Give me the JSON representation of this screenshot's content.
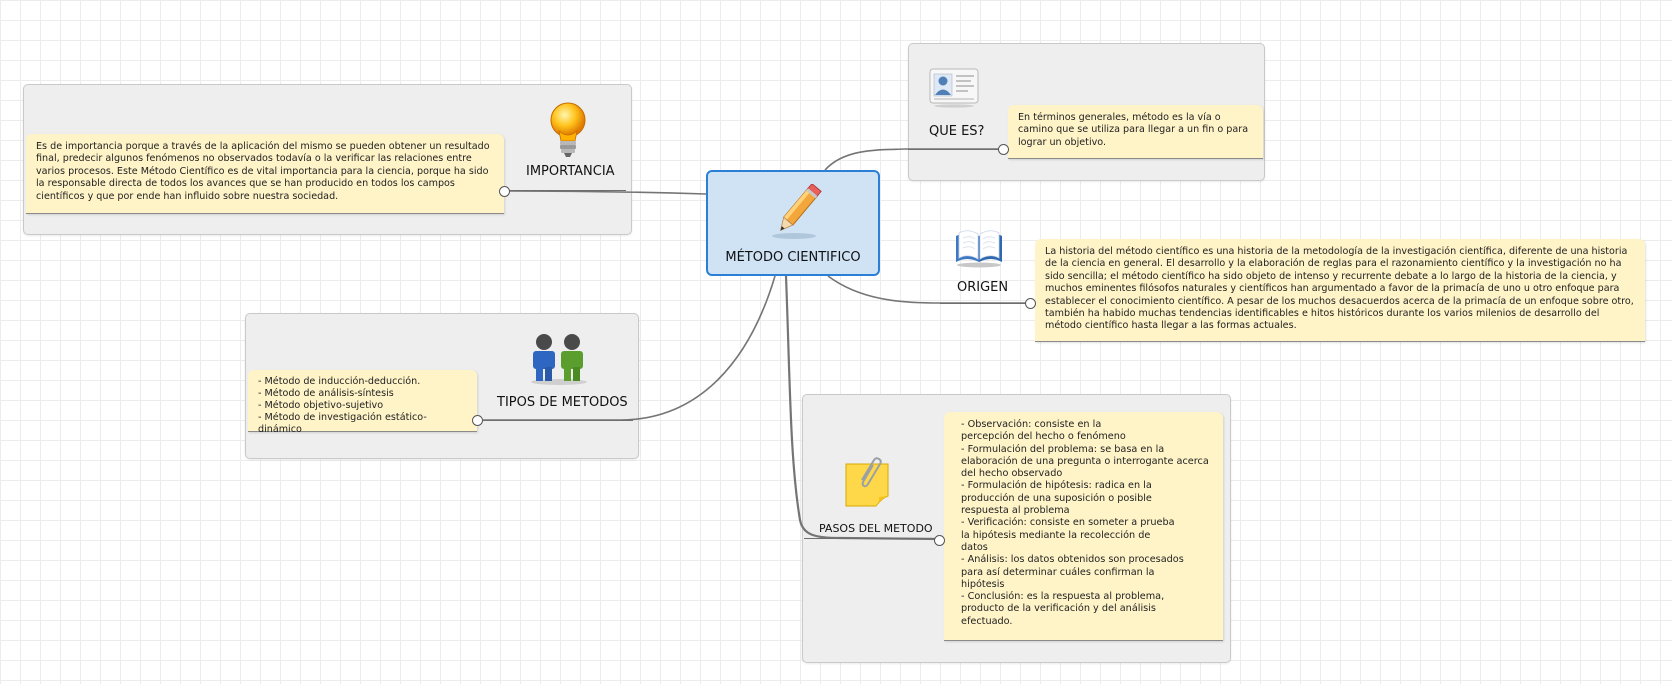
{
  "central_topic": {
    "title": "MÉTODO CIENTIFICO",
    "icon": "pencil-icon",
    "fill": "#cfe3f4",
    "border": "#2b7fd6"
  },
  "topics": {
    "importancia": {
      "label": "IMPORTANCIA",
      "icon": "lightbulb-icon",
      "note": "Es de importancia porque a través de la aplicación del mismo se pueden obtener un resultado final, predecir algunos fenómenos no observados todavía o la verificar las relaciones entre varios procesos. Este Método Científico es de vital importancia para la ciencia, porque ha sido la responsable directa de todos los avances que se han producido en todos los campos científicos y que por ende han influido sobre nuestra sociedad."
    },
    "que_es": {
      "label": "QUE ES?",
      "icon": "id-card-icon",
      "note": "En términos generales, método es la vía o camino que se utiliza para llegar a un fin o para lograr un objetivo."
    },
    "origen": {
      "label": "ORIGEN",
      "icon": "book-icon",
      "note": "La historia del método científico es una historia de la metodología de la investigación científica, diferente de una historia de la ciencia en general. El desarrollo y la elaboración de reglas para el razonamiento científico y la investigación no ha sido sencilla; el método científico ha sido objeto de intenso y recurrente debate a lo largo de la historia de la ciencia, y muchos eminentes filósofos naturales y científicos han argumentado a favor de la primacía de uno u otro enfoque para establecer el conocimiento científico. A pesar de los muchos desacuerdos acerca de la primacía de un enfoque sobre otro, también ha habido muchas tendencias identificables e hitos históricos durante los varios milenios de desarrollo del método científico hasta llegar a las formas actuales."
    },
    "tipos": {
      "label": "TIPOS DE METODOS",
      "icon": "people-icon",
      "note": "- Método de inducción-deducción.\n- Método de análisis-síntesis\n- Método objetivo-sujetivo\n- Método de investigación estático-dinámico"
    },
    "pasos": {
      "label": "PASOS DEL METODO",
      "icon": "sticky-note-paperclip-icon",
      "note": "- Observación: consiste en la\npercepción del hecho o fenómeno\n- Formulación del problema: se basa en la elaboración de una pregunta o interrogante acerca del hecho observado\n- Formulación de hipótesis: radica en la\nproducción de una suposición o posible\nrespuesta al problema\n- Verificación: consiste en someter a prueba\nla hipótesis mediante la recolección de\ndatos\n- Análisis: los datos obtenidos son procesados\npara así determinar cuáles confirman la\nhipótesis\n- Conclusión: es la respuesta al problema,\nproducto de la verificación y del análisis\nefectuado."
    }
  },
  "colors": {
    "note_fill": "#fff3c8",
    "group_fill": "#eeeeee",
    "connector": "#757575"
  }
}
